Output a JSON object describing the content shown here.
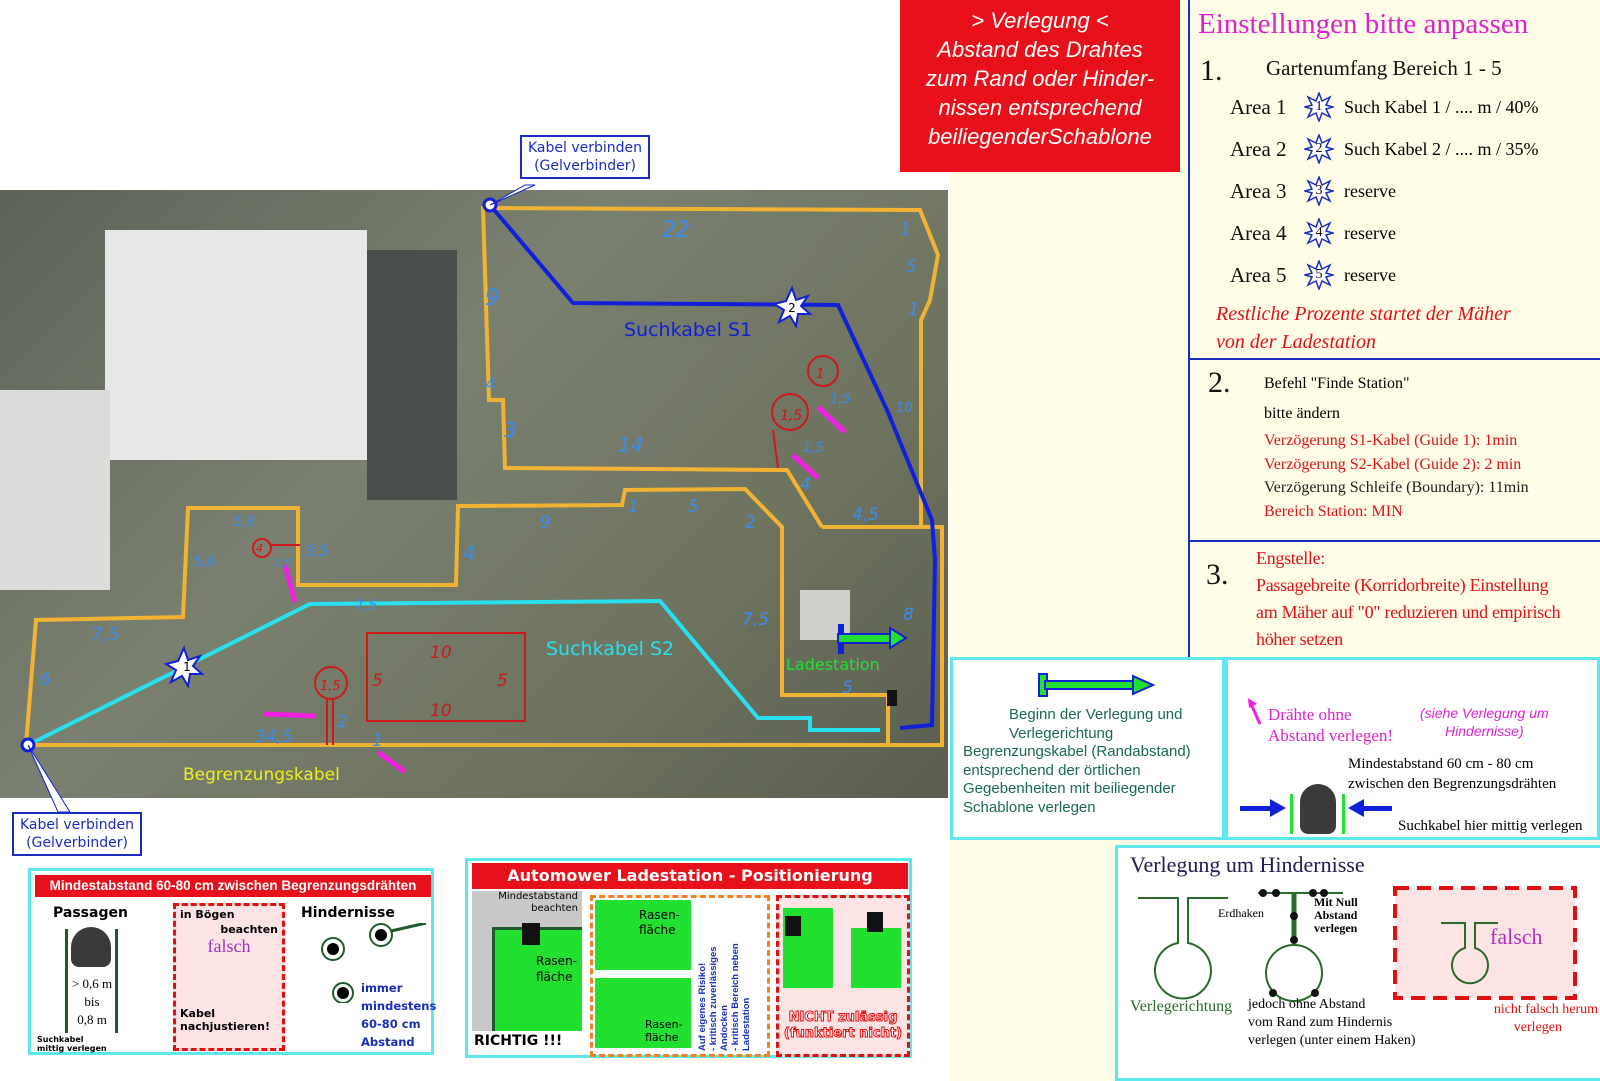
{
  "header_box": {
    "lines": [
      "> Verlegung <",
      "Abstand des Drahtes",
      "zum Rand oder Hinder-",
      "nissen entsprechend",
      "beiliegenderSchablone"
    ]
  },
  "settings": {
    "title": "Einstellungen bitte anpassen",
    "s1": {
      "num": "1.",
      "heading": "Gartenumfang Bereich 1 - 5",
      "areas": [
        {
          "label": "Area 1",
          "star": "1",
          "text": "Such Kabel 1 / .... m / 40%"
        },
        {
          "label": "Area 2",
          "star": "2",
          "text": "Such Kabel 2 / .... m / 35%"
        },
        {
          "label": "Area 3",
          "star": "3",
          "text": "reserve"
        },
        {
          "label": "Area 4",
          "star": "4",
          "text": "reserve"
        },
        {
          "label": "Area 5",
          "star": "5",
          "text": "reserve"
        }
      ],
      "note1": "Restliche Prozente  startet der Mäher",
      "note2": "von der Ladestation"
    },
    "s2": {
      "num": "2.",
      "l1": "Befehl \"Finde Station\"",
      "l2": "bitte ändern",
      "l3": "Verzögerung S1-Kabel (Guide 1): 1min",
      "l4": "Verzögerung S2-Kabel (Guide 2): 2 min",
      "l5": "Verzögerung Schleife (Boundary): 11min",
      "l6": "Bereich Station: MIN"
    },
    "s3": {
      "num": "3.",
      "l1": "Engstelle:",
      "l2": "Passagebreite (Korridorbreite) Einstellung",
      "l3": "am Mäher auf \"0\" reduzieren und empirisch",
      "l4": "höher setzen"
    }
  },
  "map": {
    "callout_top": [
      "Kabel verbinden",
      "(Gelverbinder)"
    ],
    "callout_bottom": [
      "Kabel verbinden",
      "(Gelverbinder)"
    ],
    "s1_label": "Suchkabel S1",
    "s2_label": "Suchkabel S2",
    "boundary_label": "Begrenzungskabel",
    "station_label": "Ladestation",
    "star1": "1",
    "star2": "2",
    "measures": [
      "22",
      "9",
      "4",
      "3",
      "14",
      "1",
      "5",
      "1",
      "10",
      "4",
      "4,5",
      "1,5",
      "1,5",
      "5,8",
      "5,6",
      "3,5",
      "0,5",
      "7,5",
      "7,5",
      "6",
      "34,5",
      "2",
      "1",
      "9",
      "1",
      "5",
      "2",
      "4",
      "7,5",
      "8",
      "5"
    ],
    "obstacles": [
      "1,5",
      "1",
      "1,5",
      "10",
      "5",
      "5",
      "10",
      "4"
    ],
    "colors": {
      "boundary": "#f2b233",
      "s1": "#1020d8",
      "s2": "#28e0f0",
      "measure": "#3a8cf0",
      "obstacle": "#d01818",
      "arrow": "#f020e0"
    }
  },
  "start_panel": {
    "l1": "Beginn der Verlegung und",
    "l2": "Verlegerichtung",
    "l3": "Begrenzungskabel (Randabstand)",
    "l4": "entsprechend der örtlichen",
    "l5": "Gegebenheiten mit beiliegender",
    "l6": "Schablone verlegen"
  },
  "wires_panel": {
    "warn1": "Drähte ohne",
    "warn2": "Abstand verlegen!",
    "see1": "(siehe Verlegung um",
    "see2": "Hindernisse)",
    "min1": "Mindestabstand 60 cm - 80 cm",
    "min2": "zwischen den Begrenzungsdrähten",
    "guide": "Suchkabel hier mittig verlegen"
  },
  "obstacles_panel": {
    "title": "Verlegung um Hindernisse",
    "dir": "Verlegerichtung",
    "erd": "Erdhaken",
    "null1": "Mit Null",
    "null2": "Abstand",
    "null3": "verlegen",
    "b1": "jedoch ohne Abstand",
    "b2": "vom Rand zum Hindernis",
    "b3": "verlegen (unter einem Haken)",
    "falsch": "falsch",
    "wrong1": "nicht falsch herum",
    "wrong2": "verlegen"
  },
  "min_panel": {
    "title": "Mindestabstand 60-80 cm zwischen Begrenzungsdrähten",
    "passagen": "Passagen",
    "m1": "> 0,6 m",
    "m2": "bis",
    "m3": "0,8 m",
    "guide1": "Suchkabel",
    "guide2": "mittig verlegen",
    "bogen1": "in Bögen",
    "bogen2": "beachten",
    "falsch": "falsch",
    "kabel1": "Kabel",
    "kabel2": "nachjustieren!",
    "hind": "Hindernisse",
    "h1": "immer",
    "h2": "mindestens",
    "h3": "60-80 cm",
    "h4": "Abstand"
  },
  "station_panel": {
    "title": "Automower Ladestation - Positionierung",
    "min1": "Mindestabstand",
    "min2": "beachten",
    "rasen1": "Rasen-",
    "rasen2": "fläche",
    "richtig": "RICHTIG !!!",
    "risk1": "Auf eigenes Risiko!",
    "risk2": "- kritisch zuverlässiges Andocken",
    "risk3": "- kritisch Bereich neben Ladestation",
    "nicht1": "NICHT zulässig",
    "nicht2": "(funktiert nicht)"
  }
}
